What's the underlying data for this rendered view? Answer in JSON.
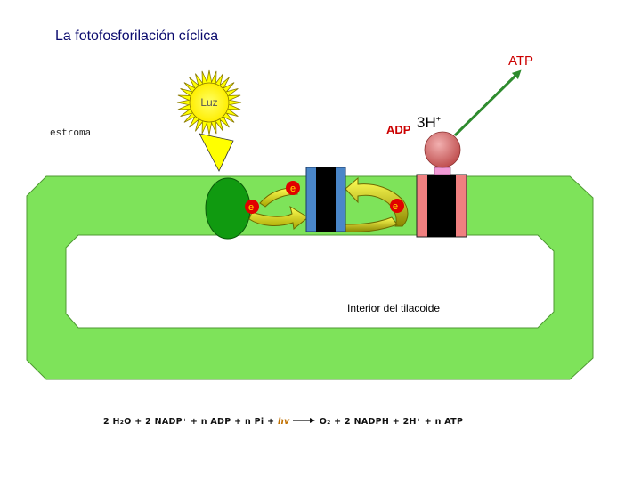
{
  "title": "La fotofosforilación cíclica",
  "labels": {
    "atp": "ATP",
    "luz": "Luz",
    "estroma": "estroma",
    "adp": "ADP",
    "h3": "3H",
    "h3_sup": "+",
    "electron": "e",
    "interior": "Interior del tilacoide"
  },
  "equation": {
    "left": "2 H₂O + 2 NADP⁺ + n ADP + n Pi +",
    "hv": "hv",
    "right": "O₂ + 2 NADPH + 2H⁺ + n ATP"
  },
  "colors": {
    "membrane": "#7ee35a",
    "interior": "#ffffff",
    "sun": "#ffff00",
    "photosystem": "#109a10",
    "cytochrome_outer": "#4a86c8",
    "atp_synthase_outer": "#f08080",
    "complex_core": "#000000",
    "electron": "#e00000",
    "arrow_fill": "#ffff44",
    "atp_arrow": "#2e8b2e",
    "synthase_head": "#d96a6a"
  }
}
